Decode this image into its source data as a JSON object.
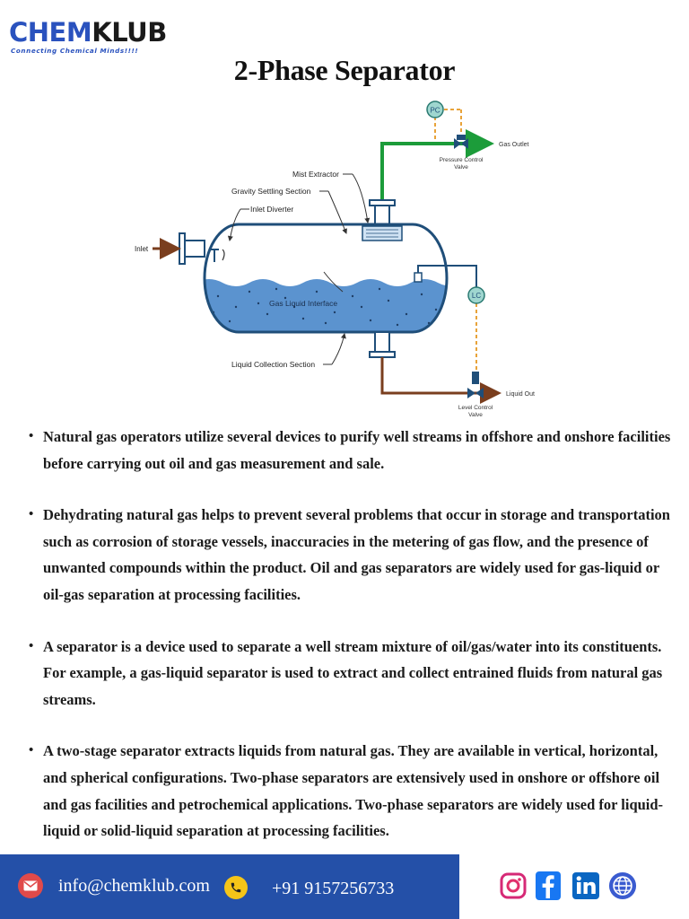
{
  "brand": {
    "name_part1": "CHEM",
    "name_part2": "KLUB",
    "tagline": "Connecting Chemical Minds!!!!"
  },
  "title": "2-Phase Separator",
  "diagram": {
    "labels": {
      "pc": "PC",
      "lc": "LC",
      "gas_outlet": "Gas Outlet",
      "pressure_control_valve_1": "Pressure Control",
      "pressure_control_valve_2": "Valve",
      "mist_extractor": "Mist Extractor",
      "gravity_settling": "Gravity Settling Section",
      "inlet_diverter": "Inlet Diverter",
      "inlet": "Inlet",
      "gas_liquid_interface": "Gas Liquid Interface",
      "liquid_collection": "Liquid Collection Section",
      "liquid_out": "Liquid Out",
      "level_control_valve_1": "Level Control",
      "level_control_valve_2": "Valve"
    },
    "colors": {
      "vessel_outline": "#1f4e79",
      "liquid_fill": "#5b93cf",
      "gas_line": "#1c9c3a",
      "liquid_line": "#7a3e1e",
      "signal_line": "#e8a33a",
      "instrument": "#9fd6cf"
    }
  },
  "bullets": [
    "Natural gas operators utilize several devices to purify well streams in offshore and onshore facilities before carrying out oil and gas measurement and sale.",
    "Dehydrating natural gas helps to prevent several problems that occur in storage and transportation such as corrosion of storage vessels, inaccuracies in the metering of gas flow, and the presence of unwanted compounds within the product. Oil and gas separators are widely used for gas-liquid or oil-gas separation at processing facilities.",
    "A separator is a device used to separate a well stream mixture of oil/gas/water into its constituents. For example, a gas-liquid separator is used to extract and collect entrained fluids from natural gas streams.",
    "A two-stage separator extracts liquids from natural gas. They are available in vertical, horizontal, and spherical configurations. Two-phase separators are extensively used in onshore or offshore oil and gas facilities and petrochemical applications. Two-phase separators are widely used for liquid-liquid or solid-liquid separation at processing facilities."
  ],
  "footer": {
    "email": "info@chemklub.com",
    "phone": "+91 9157256733",
    "icons": [
      "mail-icon",
      "phone-icon",
      "instagram-icon",
      "facebook-icon",
      "linkedin-icon",
      "globe-icon"
    ],
    "colors": {
      "bar": "#2450a8",
      "mail_circle": "#e04a4a",
      "phone_circle": "#f5c518"
    }
  }
}
